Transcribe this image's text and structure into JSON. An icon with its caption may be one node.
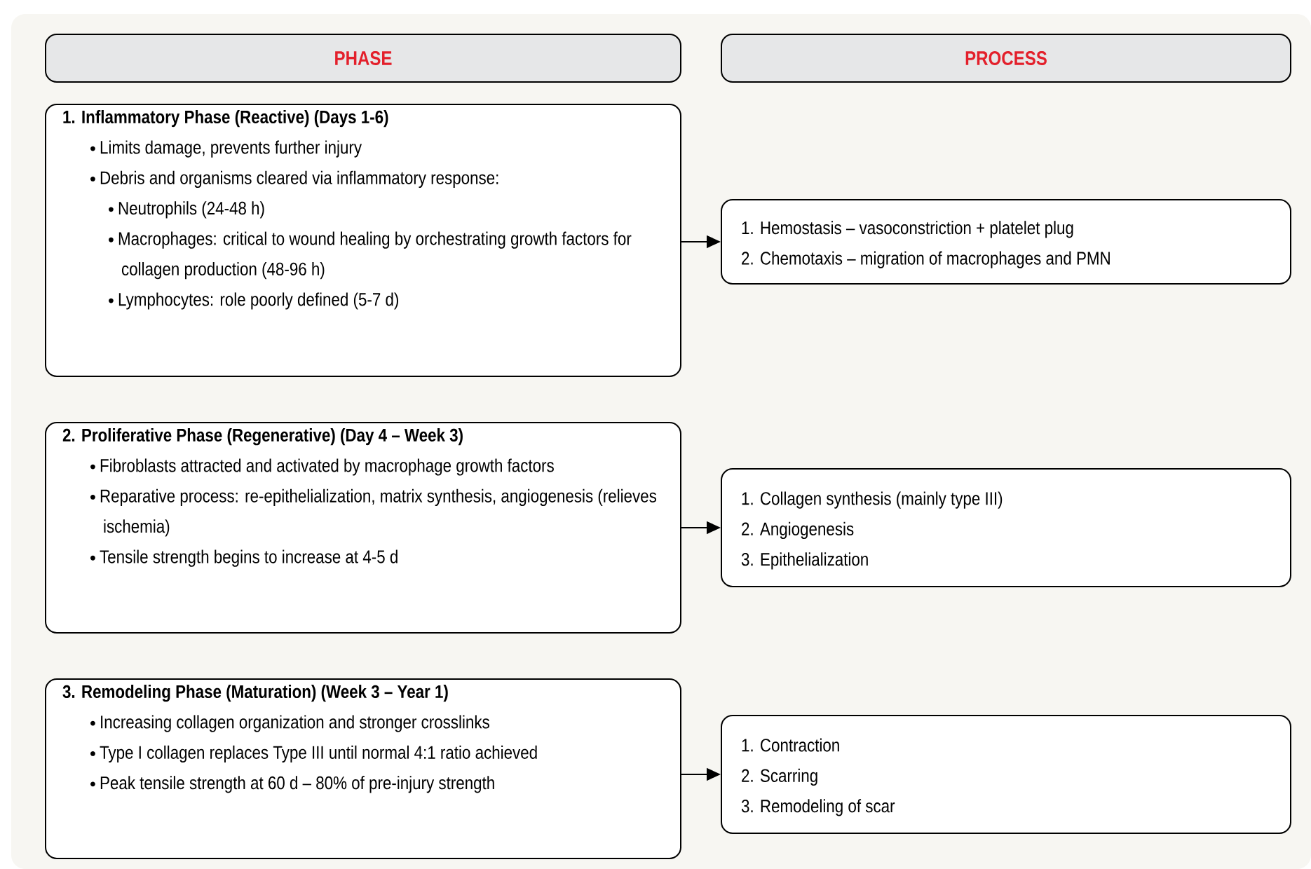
{
  "diagram": {
    "nodes": [
      {
        "text": [
          "PHASE"
        ]
      },
      {
        "text": [
          "PROCESS"
        ]
      },
      {
        "text": [
          "1. Inflammatory Phase (Reactive) (Days 1-6)",
          "Limits damage, prevents further injury",
          "Debris and organisms cleared via inflammatory response:",
          "Neutrophils (24-48 h)",
          "Macrophages: critical to wound healing by orchestrating growth factors for collagen production (48-96 h)",
          "Lymphocytes: role poorly defined (5-7 d)"
        ]
      },
      {
        "text": [
          "1. Hemostasis – vasoconstriction + platelet plug",
          "2. Chemotaxis – migration of macrophages and PMN"
        ]
      },
      {
        "text": [
          "2. Proliferative Phase (Regenerative) (Day 4 – Week 3)",
          "Fibroblasts attracted and activated by macrophage growth factors",
          "Reparative process: re-epithelialization, matrix synthesis, angiogenesis (relieves ischemia)",
          "Tensile strength begins to increase at 4-5 d"
        ]
      },
      {
        "text": [
          "1. Collagen synthesis (mainly type III)",
          "2. Angiogenesis",
          "3. Epithelialization"
        ]
      },
      {
        "text": [
          "3. Remodeling Phase (Maturation) (Week 3 – Year 1)",
          "Increasing collagen organization and stronger crosslinks",
          "Type I collagen replaces Type III until normal 4:1 ratio achieved",
          "Peak tensile strength at 60 d – 80% of pre-injury strength"
        ]
      },
      {
        "text": [
          "1. Contraction",
          "2. Scarring",
          "3. Remodeling of scar"
        ]
      }
    ],
    "edges": [
      {
        "from": 2,
        "to": 3,
        "arrow": "to"
      },
      {
        "from": 4,
        "to": 5,
        "arrow": "to"
      },
      {
        "from": 6,
        "to": 7,
        "arrow": "to"
      }
    ]
  }
}
